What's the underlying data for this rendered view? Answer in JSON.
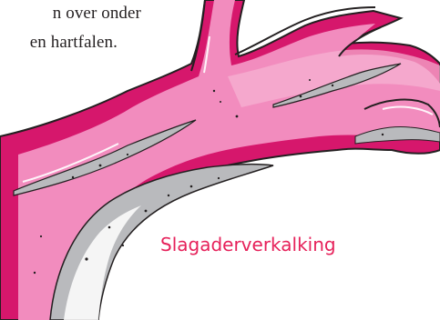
{
  "body_text": {
    "line_1": "n over onder",
    "line_2": "en hartfalen."
  },
  "illustration": {
    "subject": "artery-with-plaque",
    "caption": "Slagaderverkalking",
    "colors": {
      "vessel_wall": "#d6176c",
      "lumen": "#f28cbe",
      "lumen_light": "#f6b3d3",
      "plaque": "#b9babd",
      "plaque_dark": "#8c8d90",
      "outline": "#231f20",
      "caption": "#e6215a"
    }
  }
}
